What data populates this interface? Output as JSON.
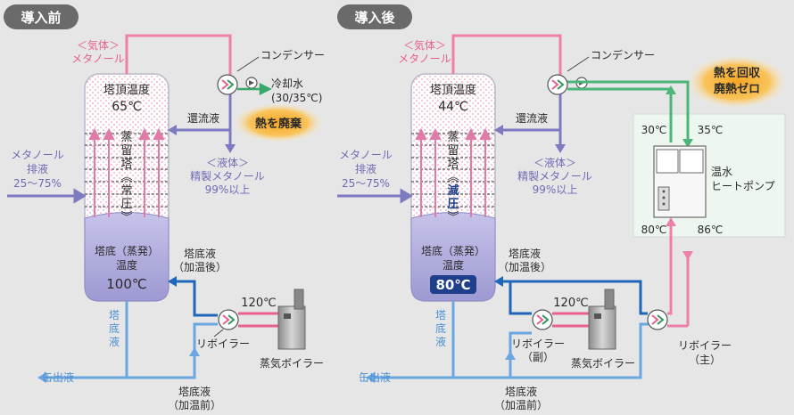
{
  "before": {
    "header": "導入前",
    "gas_label": "＜気体＞",
    "gas_sub": "メタノール",
    "condenser": "コンデンサー",
    "coolant": "冷却水",
    "coolant_temp": "(30/35℃)",
    "reflux": "還流液",
    "waste_heat": "熱を廃棄",
    "liquid_label": "＜液体＞",
    "liquid_product": "精製メタノール",
    "liquid_purity": "99%以上",
    "feed_1": "メタノール",
    "feed_2": "排液",
    "feed_3": "25〜75%",
    "top_temp_label": "塔頂温度",
    "top_temp": "65℃",
    "tower_chars": [
      "蒸",
      "留",
      "塔",
      "︽",
      "常",
      "圧",
      "︾"
    ],
    "bottom_label_1": "塔底（蒸発）",
    "bottom_label_2": "温度",
    "bottom_temp": "100℃",
    "bottoms_chars": [
      "塔",
      "底",
      "液"
    ],
    "heated_1": "塔底液",
    "heated_2": "（加温後）",
    "steam_temp": "120℃",
    "reboiler": "リボイラー",
    "boiler": "蒸気ボイラー",
    "discharge": "缶出液",
    "preheat_1": "塔底液",
    "preheat_2": "（加温前）"
  },
  "after": {
    "header": "導入後",
    "gas_label": "＜気体＞",
    "gas_sub": "メタノール",
    "condenser": "コンデンサー",
    "heat_recovery_1": "熱を回収",
    "heat_recovery_2": "廃熱ゼロ",
    "reflux": "還流液",
    "liquid_label": "＜液体＞",
    "liquid_product": "精製メタノール",
    "liquid_purity": "99%以上",
    "feed_1": "メタノール",
    "feed_2": "排液",
    "feed_3": "25〜75%",
    "top_temp_label": "塔頂温度",
    "top_temp": "44℃",
    "tower_chars": [
      "蒸",
      "留",
      "塔",
      "︽",
      "減",
      "圧",
      "︾"
    ],
    "bottom_label_1": "塔底（蒸発）",
    "bottom_label_2": "温度",
    "bottom_temp": "80℃",
    "bottoms_chars": [
      "塔",
      "底",
      "液"
    ],
    "heated_1": "塔底液",
    "heated_2": "（加温後）",
    "steam_temp": "120℃",
    "reboiler_sub_1": "リボイラー",
    "reboiler_sub_2": "（副）",
    "boiler": "蒸気ボイラー",
    "reboiler_main_1": "リボイラー",
    "reboiler_main_2": "（主）",
    "hp_temp_in": "30℃",
    "hp_temp_out": "35℃",
    "hp_temp_low": "80℃",
    "hp_temp_high": "86℃",
    "heat_pump_1": "温水",
    "heat_pump_2": "ヒートポンプ",
    "discharge": "缶出液",
    "preheat_1": "塔底液",
    "preheat_2": "（加温前）"
  }
}
